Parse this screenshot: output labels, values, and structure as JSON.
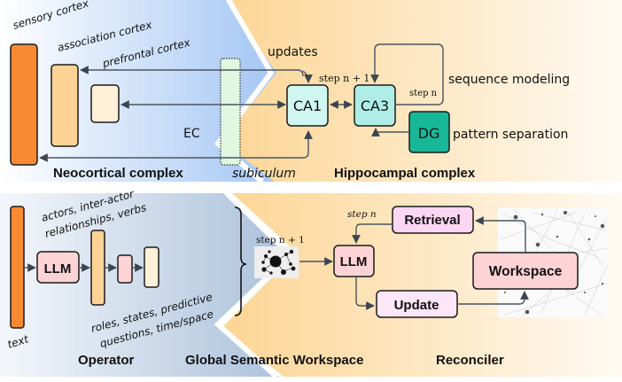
{
  "top_panel": {
    "regions": {
      "neocortical": "Neocortical complex",
      "subiculum": "subiculum",
      "hippocampal": "Hippocampal complex"
    },
    "cortex_labels": [
      "sensory cortex",
      "association cortex",
      "prefrontal cortex"
    ],
    "ec_label": "EC",
    "updates_label": "updates",
    "step_next": "step n + 1",
    "step_n": "step n",
    "nodes": {
      "ca1": "CA1",
      "ca3": "CA3",
      "dg": "DG"
    },
    "annotations": {
      "sequence": "sequence modeling",
      "pattern": "pattern separation"
    }
  },
  "bottom_panel": {
    "regions": {
      "operator": "Operator",
      "gsw": "Global Semantic Workspace",
      "reconciler": "Reconciler"
    },
    "text_label": "text",
    "llm_label": "LLM",
    "upper_annotation": [
      "actors, inter-actor",
      "relationships, verbs"
    ],
    "lower_annotation": [
      "roles, states, predictive",
      "questions, time/space"
    ],
    "step_next": "step n + 1",
    "step_n": "step n",
    "nodes": {
      "llm": "LLM",
      "retrieval": "Retrieval",
      "update": "Update",
      "workspace": "Workspace"
    }
  },
  "colors": {
    "orange": "#f78a33",
    "peach": "#fdd395",
    "cream": "#fff1d8",
    "mint": "#e0f7e0",
    "ca1": "#cff6f1",
    "ca3": "#aeeee6",
    "dg": "#17b897",
    "pink": "#fdd3d6",
    "lavender": "#fdd6f3",
    "update": "#fde6f7",
    "blue": "#a9cbf5",
    "slate": "#aec4dc",
    "sand": "#fdd79a"
  }
}
